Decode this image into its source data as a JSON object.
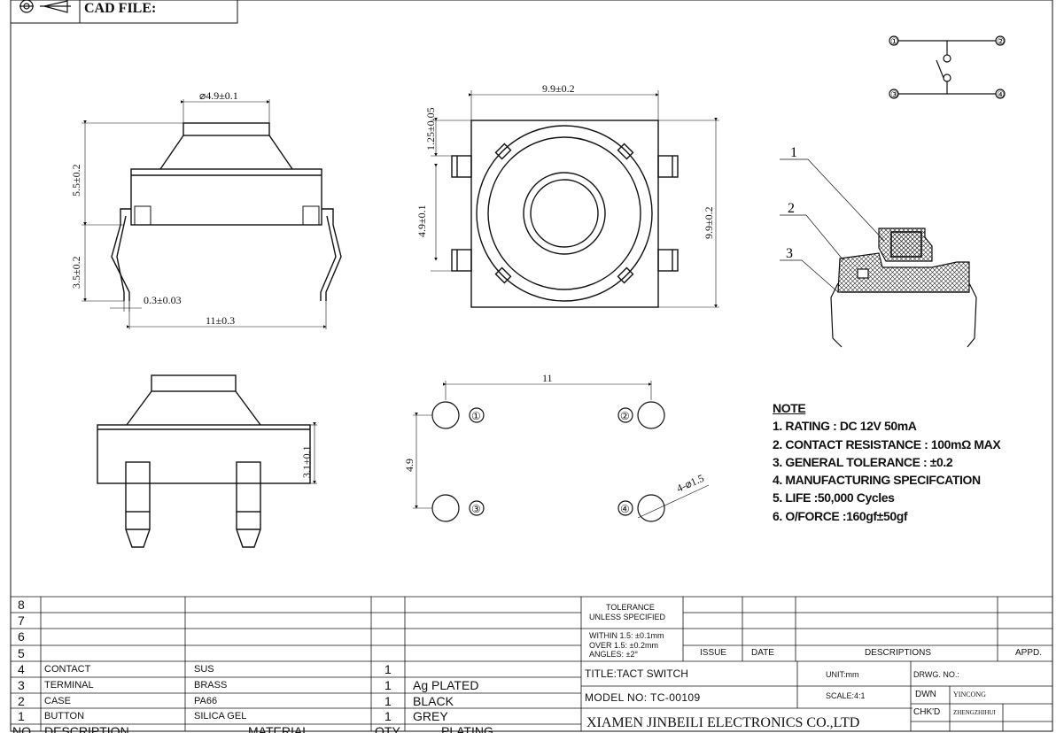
{
  "header": {
    "cad_file_label": "CAD FILE:"
  },
  "dimensions": {
    "plunger_dia": "⌀4.9±0.1",
    "height_top": "5.5±0.2",
    "height_leg": "3.5±0.2",
    "lead_thk": "0.3±0.03",
    "lead_span": "11±0.3",
    "body_width": "9.9±0.2",
    "top_offset": "1.25±0.05",
    "pin_pitch_v": "4.9±0.1",
    "body_height": "9.9±0.2",
    "side_height": "3.1±0.1",
    "hole_span": "11",
    "hole_pitch": "4.9",
    "hole_dia": "4-⌀1.5"
  },
  "callouts": [
    "1",
    "2",
    "3"
  ],
  "pins": [
    "①",
    "②",
    "③",
    "④"
  ],
  "notes": {
    "title": "NOTE",
    "items": [
      "1. RATING : DC 12V  50mA",
      "2. CONTACT RESISTANCE : 100mΩ MAX",
      "3. GENERAL TOLERANCE : ±0.2",
      "4. MANUFACTURING SPECIFCATION",
      "5. LIFE :50,000 Cycles",
      "6. O/FORCE :160gf±50gf"
    ]
  },
  "bom": {
    "rows": [
      {
        "no": "8",
        "desc": "",
        "mat": "",
        "qty": "",
        "plating": ""
      },
      {
        "no": "7",
        "desc": "",
        "mat": "",
        "qty": "",
        "plating": ""
      },
      {
        "no": "6",
        "desc": "",
        "mat": "",
        "qty": "",
        "plating": ""
      },
      {
        "no": "5",
        "desc": "",
        "mat": "",
        "qty": "",
        "plating": ""
      },
      {
        "no": "4",
        "desc": "CONTACT",
        "mat": "SUS",
        "qty": "1",
        "plating": ""
      },
      {
        "no": "3",
        "desc": "TERMINAL",
        "mat": "BRASS",
        "qty": "1",
        "plating": "Ag PLATED"
      },
      {
        "no": "2",
        "desc": "CASE",
        "mat": "PA66",
        "qty": "1",
        "plating": "BLACK"
      },
      {
        "no": "1",
        "desc": "BUTTON",
        "mat": "SILICA GEL",
        "qty": "1",
        "plating": "GREY"
      }
    ],
    "header": {
      "no": "NO",
      "desc": "DESCRIPTION",
      "mat": "MATERIAL",
      "qty": "QTY",
      "plating": "PLATING"
    }
  },
  "title_block": {
    "tolerance_l1": "TOLERANCE",
    "tolerance_l2": "UNLESS SPECIFIED",
    "within": "WITHIN 1.5: ±0.1mm",
    "over": "OVER 1.5:  ±0.2mm",
    "angles": "ANGLES: ±2°",
    "issue": "ISSUE",
    "date": "DATE",
    "descriptions": "DESCRIPTIONS",
    "appd": "APPD.",
    "title": "TITLE:TACT SWITCH",
    "unit": "UNIT:mm",
    "drwg_no": "DRWG. NO.:",
    "model": "MODEL NO: TC-00109",
    "scale": "SCALE:4:1",
    "dwn": "DWN",
    "dwn_name": "YINCONG",
    "chkd": "CHK'D",
    "chkd_name": "ZHENGZHIHUI",
    "company": "XIAMEN JINBEILI ELECTRONICS CO.,LTD"
  }
}
